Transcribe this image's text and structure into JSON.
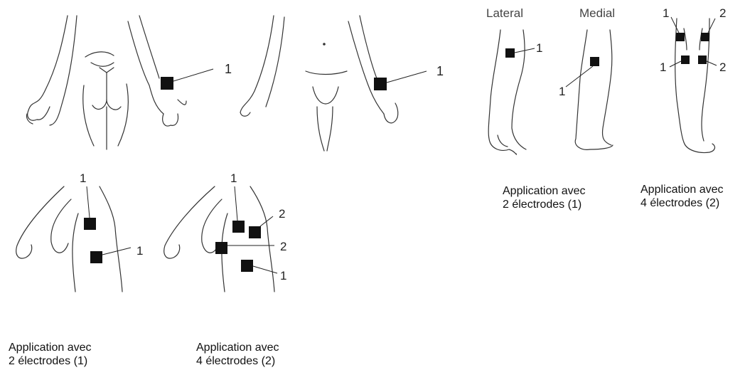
{
  "captions": {
    "hip_two": [
      "Application avec",
      "2 électrodes (1)"
    ],
    "hip_four": [
      "Application avec",
      "4 électrodes (2)"
    ],
    "leg_two": [
      "Application avec",
      "2 électrodes (1)"
    ],
    "leg_four": [
      "Application avec",
      "4 électrodes (2)"
    ]
  },
  "view_labels": {
    "lateral": "Lateral",
    "medial": "Medial"
  },
  "channel_labels": {
    "one": "1",
    "two": "2"
  },
  "colors": {
    "electrode": "#111111",
    "line": "#333333"
  }
}
